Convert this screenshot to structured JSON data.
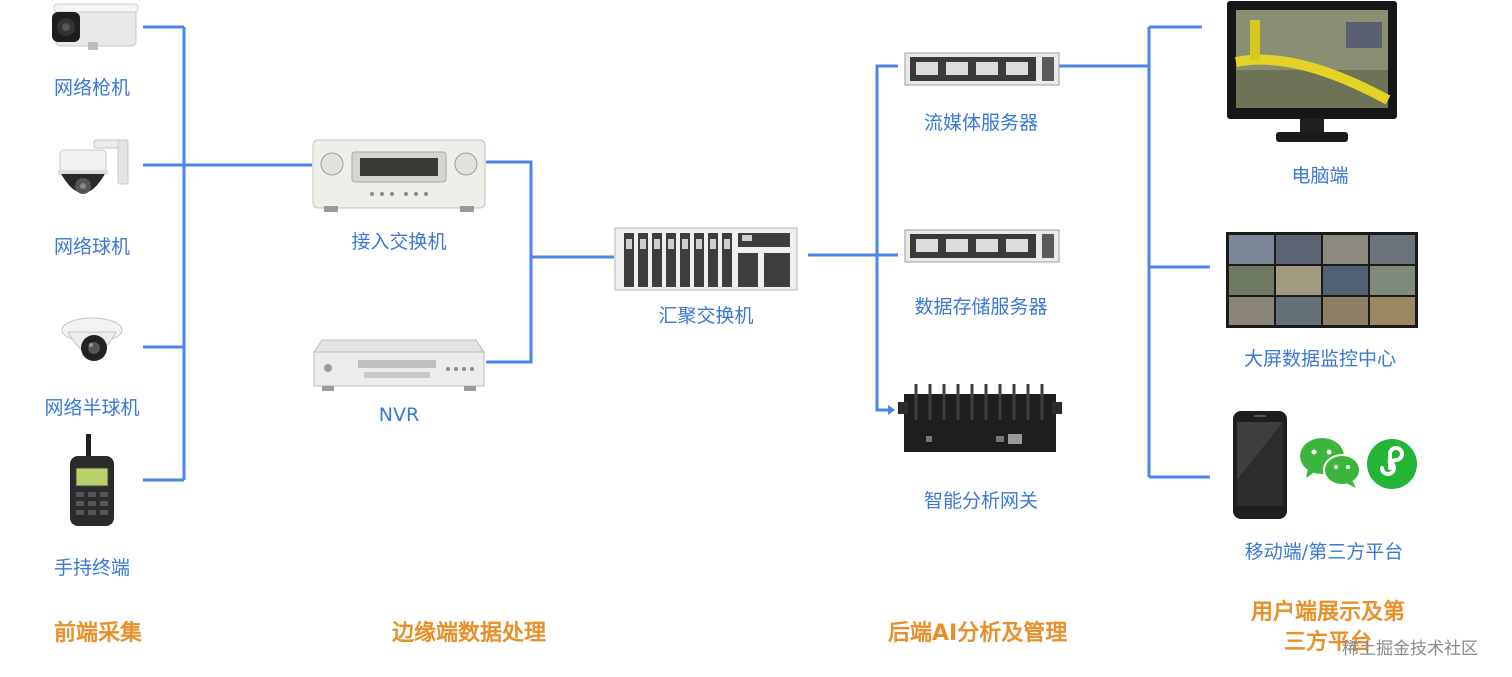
{
  "devices": {
    "bullet_camera": "网络枪机",
    "ptz_camera": "网络球机",
    "dome_camera": "网络半球机",
    "handheld": "手持终端",
    "access_switch": "接入交换机",
    "nvr": "NVR",
    "aggregation_switch": "汇聚交换机",
    "stream_server": "流媒体服务器",
    "storage_server": "数据存储服务器",
    "ai_gateway": "智能分析网关",
    "pc": "电脑端",
    "video_wall": "大屏数据监控中心",
    "mobile": "移动端/第三方平台"
  },
  "sections": {
    "front": "前端采集",
    "edge": "边缘端数据处理",
    "backend": "后端AI分析及管理",
    "user_line1": "用户端展示及第",
    "user_line2": "三方平台"
  },
  "watermark": "稀土掘金技术社区",
  "colors": {
    "link": "#4a86e8",
    "label": "#3a78d6",
    "section": "#e8902a"
  }
}
